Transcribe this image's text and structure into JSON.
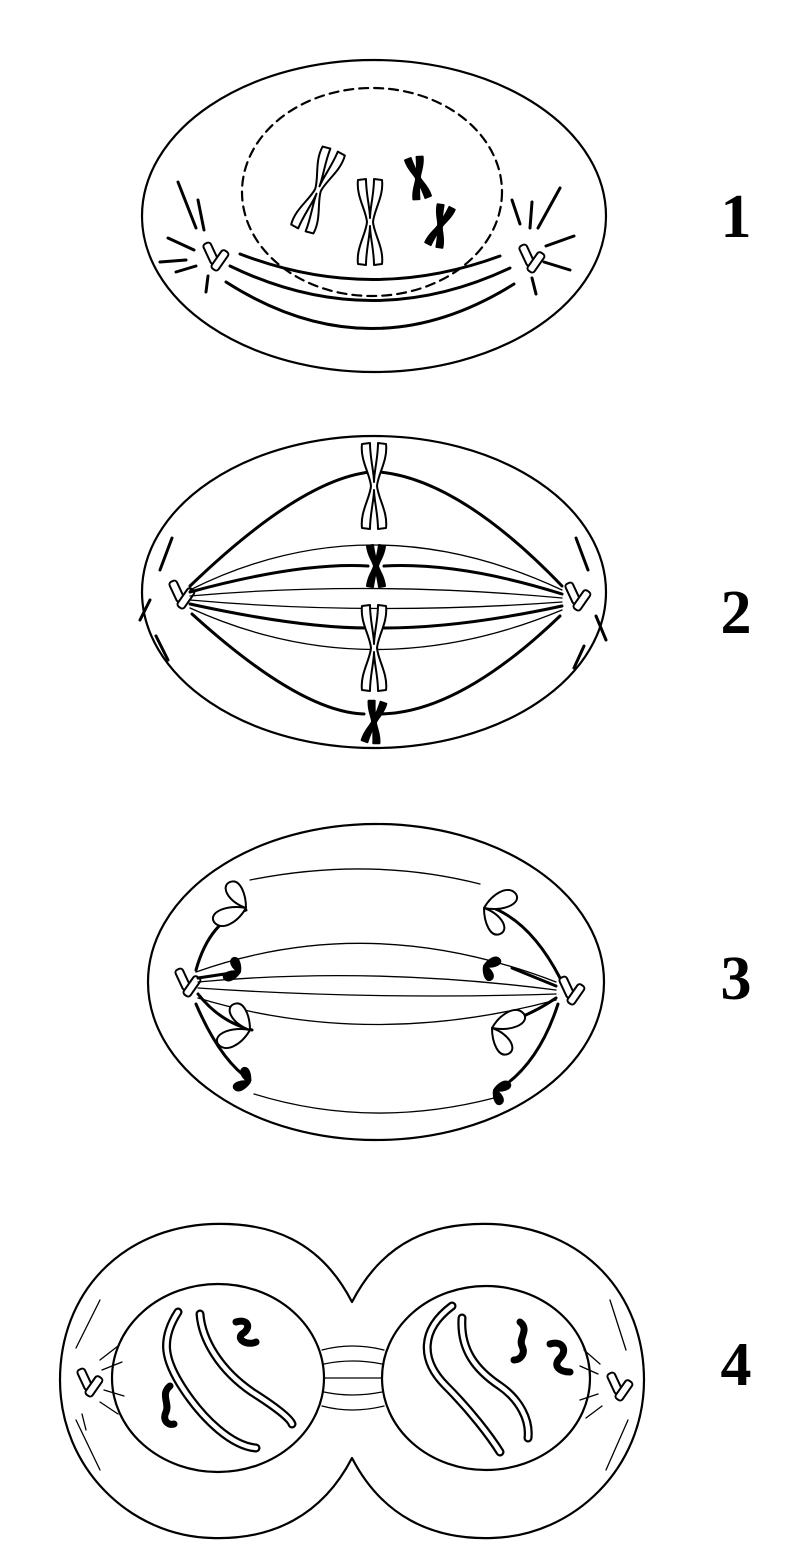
{
  "stages": [
    {
      "label": "1"
    },
    {
      "label": "2"
    },
    {
      "label": "3"
    },
    {
      "label": "4"
    }
  ]
}
